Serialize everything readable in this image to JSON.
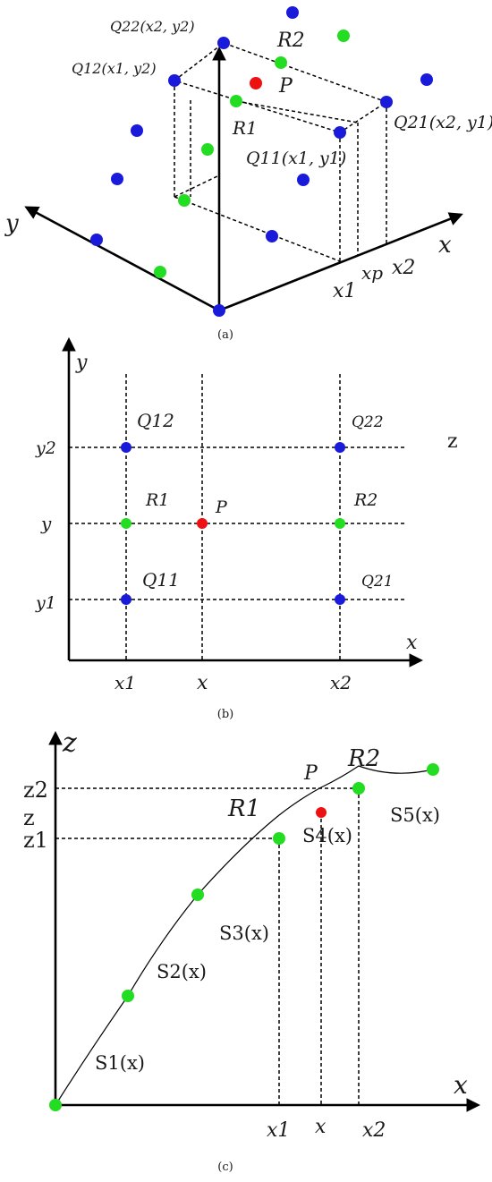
{
  "panel_a": {
    "caption": "(a)",
    "labels": {
      "q22": "Q22(x2, y2)",
      "q12": "Q12(x1, y2)",
      "q11": "Q11(x1, y1)",
      "q21": "Q21(x2, y1)",
      "r2": "R2",
      "r1": "R1",
      "p": "P",
      "y_axis": "y",
      "x_axis": "x",
      "x1": "x1",
      "xp": "xp",
      "x2": "x2"
    }
  },
  "panel_b": {
    "caption": "(b)",
    "labels": {
      "q12": "Q12",
      "q22": "Q22",
      "r1": "R1",
      "r2": "R2",
      "p": "P",
      "q11": "Q11",
      "q21": "Q21",
      "z": "z",
      "y_axis": "y",
      "x_axis": "x",
      "y2": "y2",
      "y": "y",
      "y1": "y1",
      "x1": "x1",
      "x": "x",
      "x2": "x2"
    }
  },
  "panel_c": {
    "caption": "(c)",
    "labels": {
      "z_axis": "z",
      "x_axis": "x",
      "z2": "z2",
      "z": "z",
      "z1": "z1",
      "p": "P",
      "r2": "R2",
      "r1": "R1",
      "s1": "S1(x)",
      "s2": "S2(x)",
      "s3": "S3(x)",
      "s4": "S4(x)",
      "s5": "S5(x)",
      "x1": "x1",
      "x": "x",
      "x2": "x2"
    }
  },
  "colors": {
    "grid_point": "#1a1adb",
    "interpolated_point": "#22dd22",
    "target_point": "#ee1111"
  }
}
